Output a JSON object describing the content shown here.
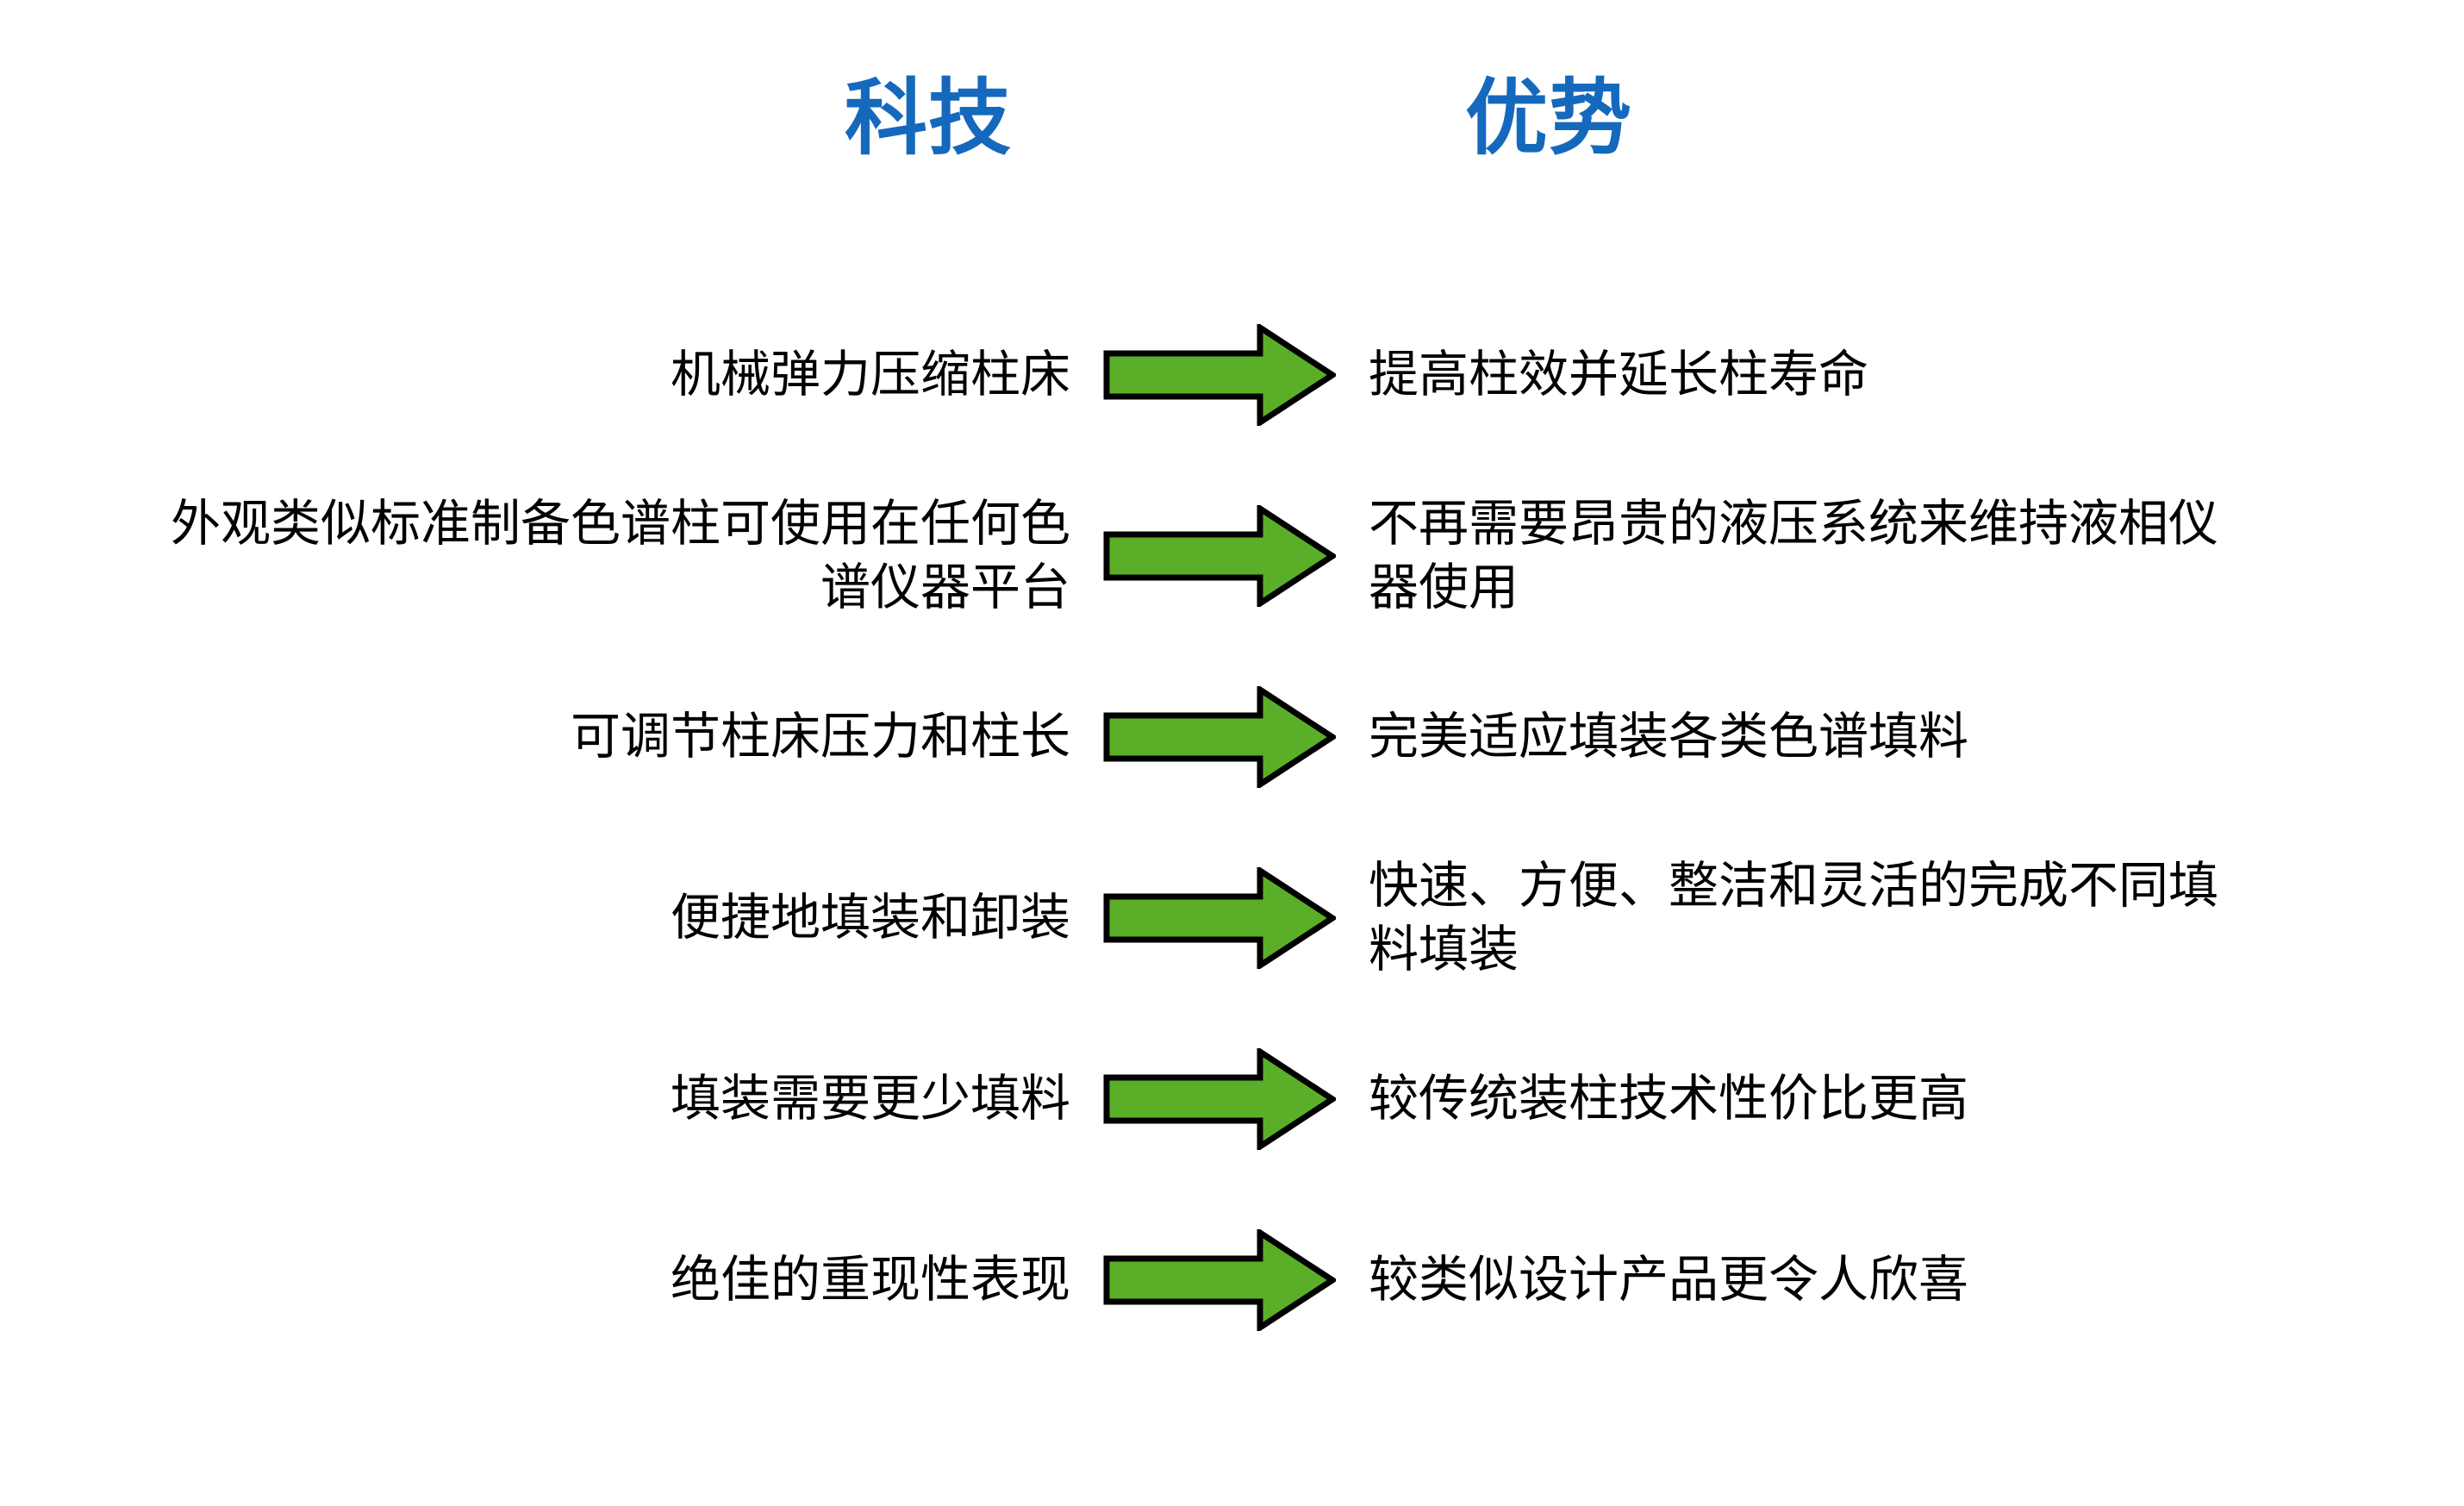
{
  "slide": {
    "background_color": "#ffffff",
    "text_color": "#000000"
  },
  "headers": {
    "left_label": "科技",
    "right_label": "优势",
    "color": "#1569bd"
  },
  "arrow": {
    "icon_name": "right-arrow-icon",
    "fill_color": "#5baf28",
    "stroke_color": "#000000"
  },
  "rows": [
    {
      "technology": "机械弹力压缩柱床",
      "advantage": "提高柱效并延长柱寿命"
    },
    {
      "technology": "外观类似标准制备色谱柱可使用在任何色\n谱仪器平台",
      "advantage": "不再需要昂贵的液压系统来维持液相仪\n器使用"
    },
    {
      "technology": "可调节柱床压力和柱长",
      "advantage": "完美适应填装各类色谱填料"
    },
    {
      "technology": "便捷地填装和卸装",
      "advantage": "快速、方便、整洁和灵活的完成不同填\n料填装"
    },
    {
      "technology": "填装需要更少填料",
      "advantage": "较传统装柱技术性价比更高"
    },
    {
      "technology": "绝佳的重现性表现",
      "advantage": "较类似设计产品更令人欣喜"
    }
  ]
}
